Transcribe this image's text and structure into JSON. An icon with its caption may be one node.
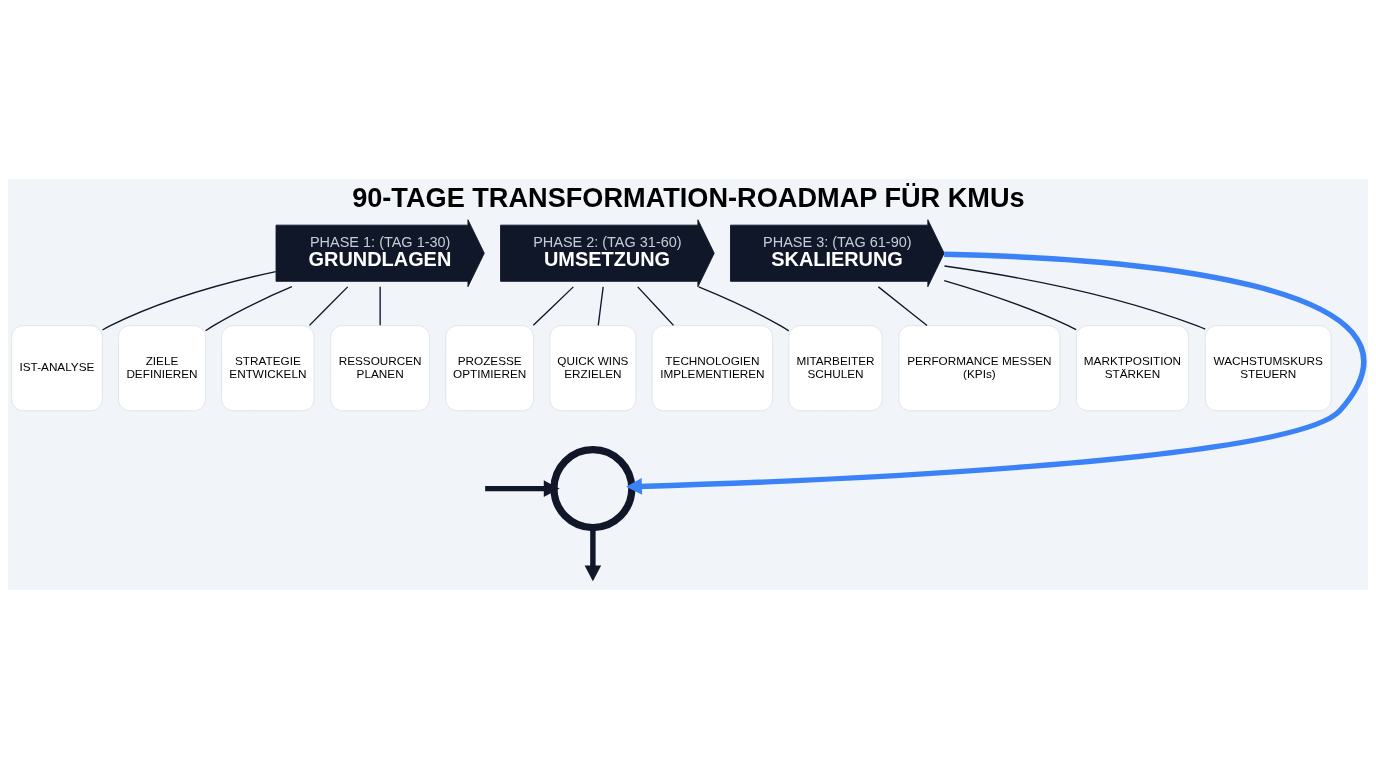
{
  "diagram": {
    "title": "90-TAGE TRANSFORMATION-ROADMAP FÜR KMUs",
    "nodes": [
      {
        "text": [
          "PHASE 1: (TAG 1-30)",
          "GRUNDLAGEN"
        ]
      },
      {
        "text": [
          "PHASE 2: (TAG 31-60)",
          "UMSETZUNG"
        ]
      },
      {
        "text": [
          "PHASE 3: (TAG 61-90)",
          "SKALIERUNG"
        ]
      },
      {
        "text": [
          "IST-ANALYSE"
        ]
      },
      {
        "text": [
          "ZIELE DEFINIEREN"
        ]
      },
      {
        "text": [
          "STRATEGIE ENTWICKELN"
        ]
      },
      {
        "text": [
          "RESSOURCEN PLANEN"
        ]
      },
      {
        "text": [
          "PROZESSE OPTIMIEREN"
        ]
      },
      {
        "text": [
          "QUICK WINS ERZIELEN"
        ]
      },
      {
        "text": [
          "TECHNOLOGIEN IMPLEMENTIEREN"
        ]
      },
      {
        "text": [
          "MITARBEITER SCHULEN"
        ]
      },
      {
        "text": [
          "PERFORMANCE MESSEN (KPIs)"
        ]
      },
      {
        "text": [
          "MARKTPOSITION STÄRKEN"
        ]
      },
      {
        "text": [
          "WACHSTUMSKURS STEUERN"
        ]
      },
      {
        "text": [],
        "shape": "circle"
      }
    ],
    "edges": [
      {
        "from": 0,
        "to": 3,
        "arrow": "none"
      },
      {
        "from": 0,
        "to": 4,
        "arrow": "none"
      },
      {
        "from": 0,
        "to": 5,
        "arrow": "none"
      },
      {
        "from": 0,
        "to": 6,
        "arrow": "none"
      },
      {
        "from": 1,
        "to": 7,
        "arrow": "none"
      },
      {
        "from": 1,
        "to": 8,
        "arrow": "none"
      },
      {
        "from": 1,
        "to": 9,
        "arrow": "none"
      },
      {
        "from": 1,
        "to": 10,
        "arrow": "none"
      },
      {
        "from": 2,
        "to": 11,
        "arrow": "none"
      },
      {
        "from": 2,
        "to": 12,
        "arrow": "none"
      },
      {
        "from": 2,
        "to": 13,
        "arrow": "none"
      },
      {
        "from": 2,
        "to": 14,
        "arrow": "to",
        "style": "thick",
        "color": "#3b82f6"
      },
      {
        "from": null,
        "to": 14,
        "arrow": "to",
        "style": "thick"
      },
      {
        "from": 14,
        "to": null,
        "arrow": "to",
        "style": "thick"
      }
    ]
  }
}
